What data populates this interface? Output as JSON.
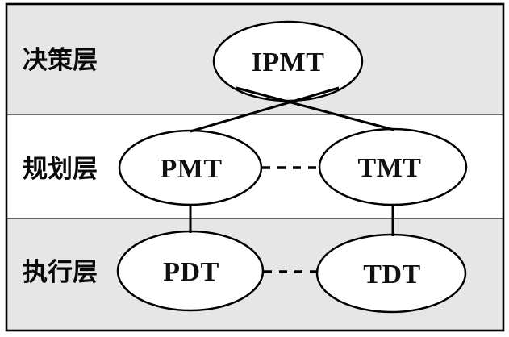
{
  "diagram": {
    "layers": [
      {
        "label": "决策层",
        "shading": "gray"
      },
      {
        "label": "规划层",
        "shading": "white"
      },
      {
        "label": "执行层",
        "shading": "gray"
      }
    ],
    "nodes": [
      {
        "label": "IPMT",
        "layer": "决策层"
      },
      {
        "label": "PMT",
        "layer": "规划层"
      },
      {
        "label": "TMT",
        "layer": "规划层"
      },
      {
        "label": "PDT",
        "layer": "执行层"
      },
      {
        "label": "TDT",
        "layer": "执行层"
      }
    ],
    "edges": [
      {
        "from": "IPMT",
        "to": "PMT",
        "style": "solid"
      },
      {
        "from": "IPMT",
        "to": "TMT",
        "style": "solid"
      },
      {
        "from": "PMT",
        "to": "TMT",
        "style": "dashed"
      },
      {
        "from": "PMT",
        "to": "PDT",
        "style": "solid"
      },
      {
        "from": "TMT",
        "to": "TDT",
        "style": "solid"
      },
      {
        "from": "PDT",
        "to": "TDT",
        "style": "dashed"
      }
    ],
    "colors": {
      "band_shaded": "#e6e6e6",
      "band_plain": "#ffffff",
      "node_fill": "#ffffff",
      "stroke": "#000000",
      "separator": "#3d3d3d"
    }
  }
}
